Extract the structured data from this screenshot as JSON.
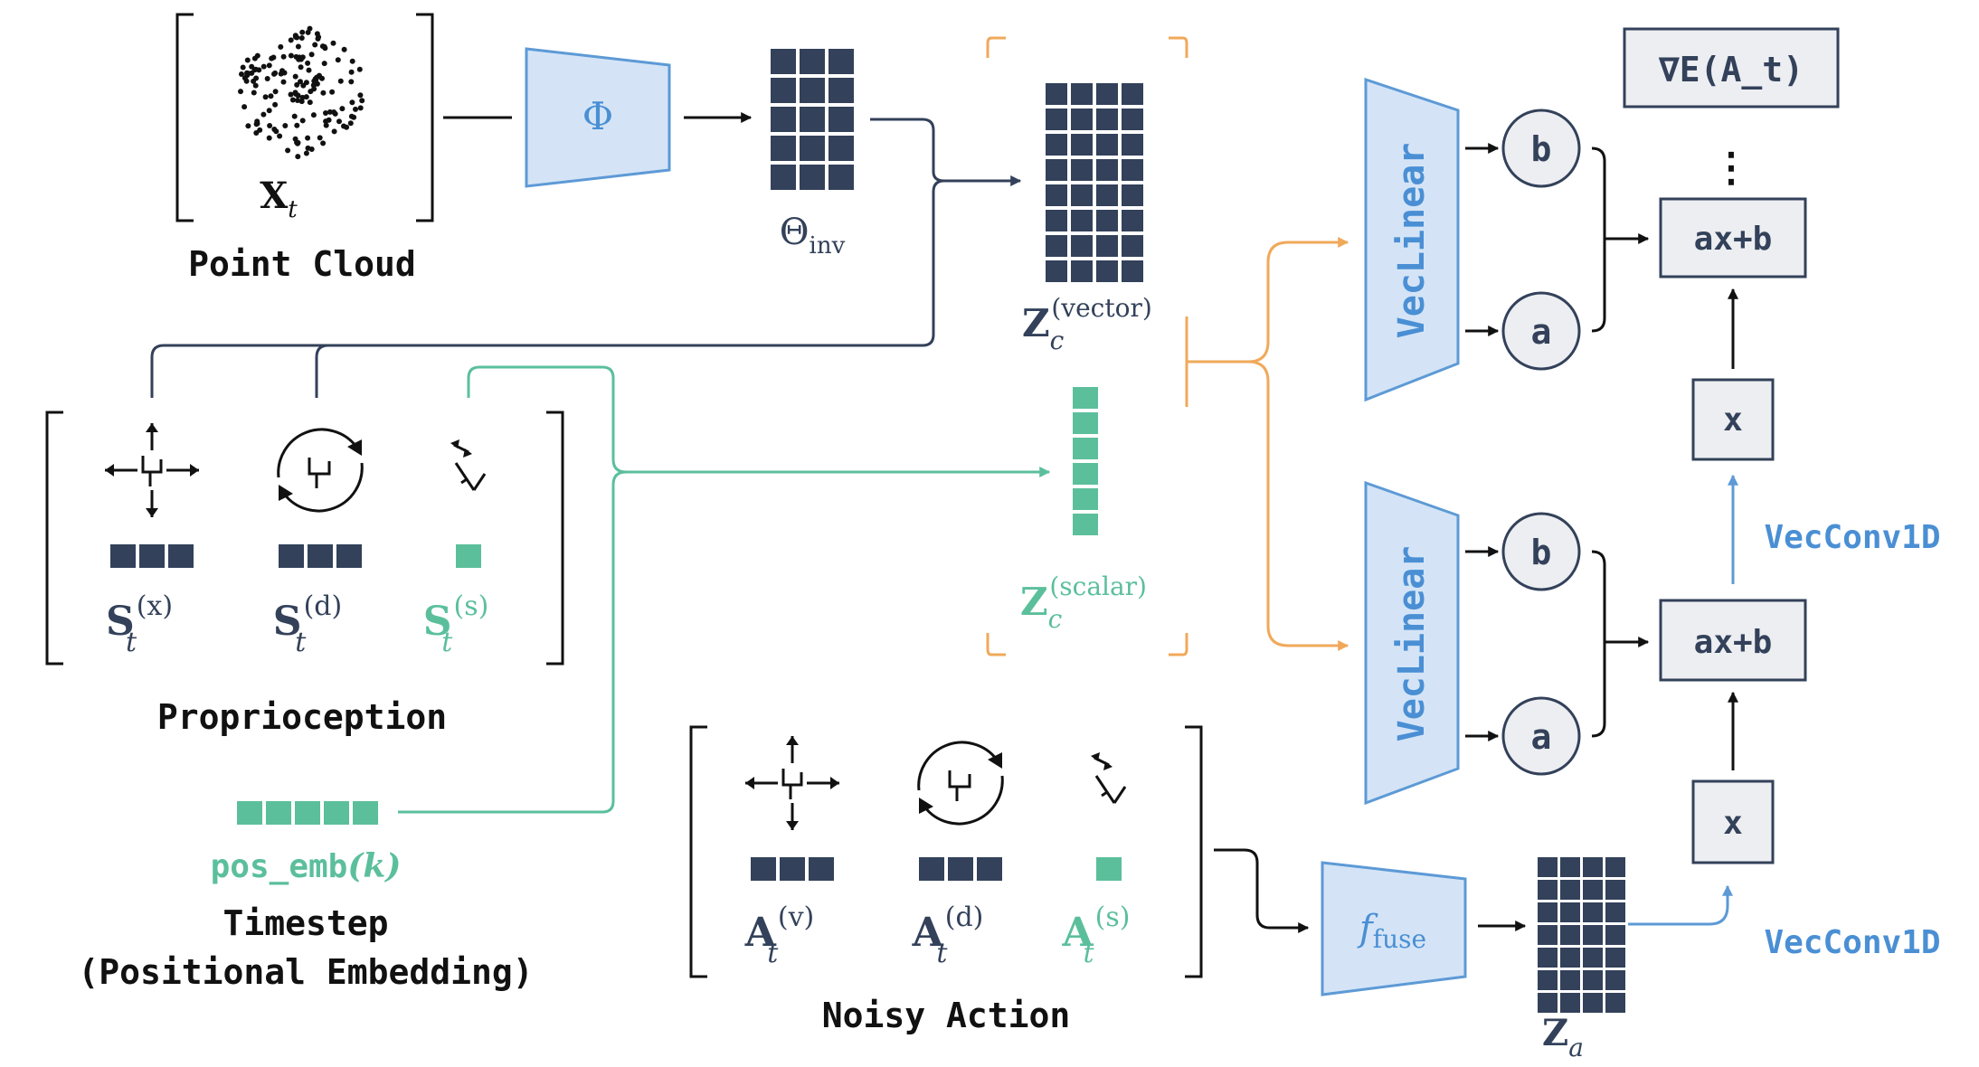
{
  "colors": {
    "navy": "#33415a",
    "blue_fill": "#d4e4f6",
    "blue_stroke": "#5d9ad6",
    "blue_text": "#4a8fd4",
    "green": "#5bbf9c",
    "orange": "#f0a95a",
    "gray_fill": "#eceef1",
    "black": "#111111"
  },
  "point_cloud": {
    "var_main": "X",
    "var_sub": "t",
    "caption": "Point Cloud"
  },
  "phi": {
    "label": "Φ"
  },
  "theta": {
    "main": "Θ",
    "sub": "inv"
  },
  "z_vector": {
    "main": "Z",
    "sub": "c",
    "sup": "(vector)"
  },
  "z_scalar": {
    "main": "Z",
    "sub": "c",
    "sup": "(scalar)"
  },
  "proprioception": {
    "caption": "Proprioception",
    "items": [
      {
        "main": "S",
        "sub": "t",
        "sup": "(x)",
        "icon": "translate-arrows-icon"
      },
      {
        "main": "S",
        "sub": "t",
        "sup": "(d)",
        "icon": "rotate-arrows-icon"
      },
      {
        "main": "S",
        "sub": "t",
        "sup": "(s)",
        "icon": "gripper-open-icon"
      }
    ]
  },
  "timestep": {
    "pos_emb_mono": "pos_emb",
    "pos_emb_arg": "(k)",
    "caption_line1": "Timestep",
    "caption_line2": "(Positional Embedding)"
  },
  "noisy_action": {
    "caption": "Noisy Action",
    "items": [
      {
        "main": "A",
        "sub": "t",
        "sup": "(v)",
        "icon": "translate-arrows-icon"
      },
      {
        "main": "A",
        "sub": "t",
        "sup": "(d)",
        "icon": "rotate-arrows-icon"
      },
      {
        "main": "A",
        "sub": "t",
        "sup": "(s)",
        "icon": "gripper-open-icon"
      }
    ]
  },
  "fuse": {
    "main": "f",
    "sub": "fuse"
  },
  "z_a": {
    "main": "Z",
    "sub": "a"
  },
  "veclinear_top": {
    "label": "VecLinear"
  },
  "veclinear_bottom": {
    "label": "VecLinear"
  },
  "circles": {
    "b": "b",
    "a": "a"
  },
  "boxes": {
    "grad": "∇E(A_t)",
    "axb": "ax+b",
    "x": "x",
    "dots": "⋮"
  },
  "vecconv_labels": {
    "upper": "VecConv1D",
    "lower": "VecConv1D"
  }
}
